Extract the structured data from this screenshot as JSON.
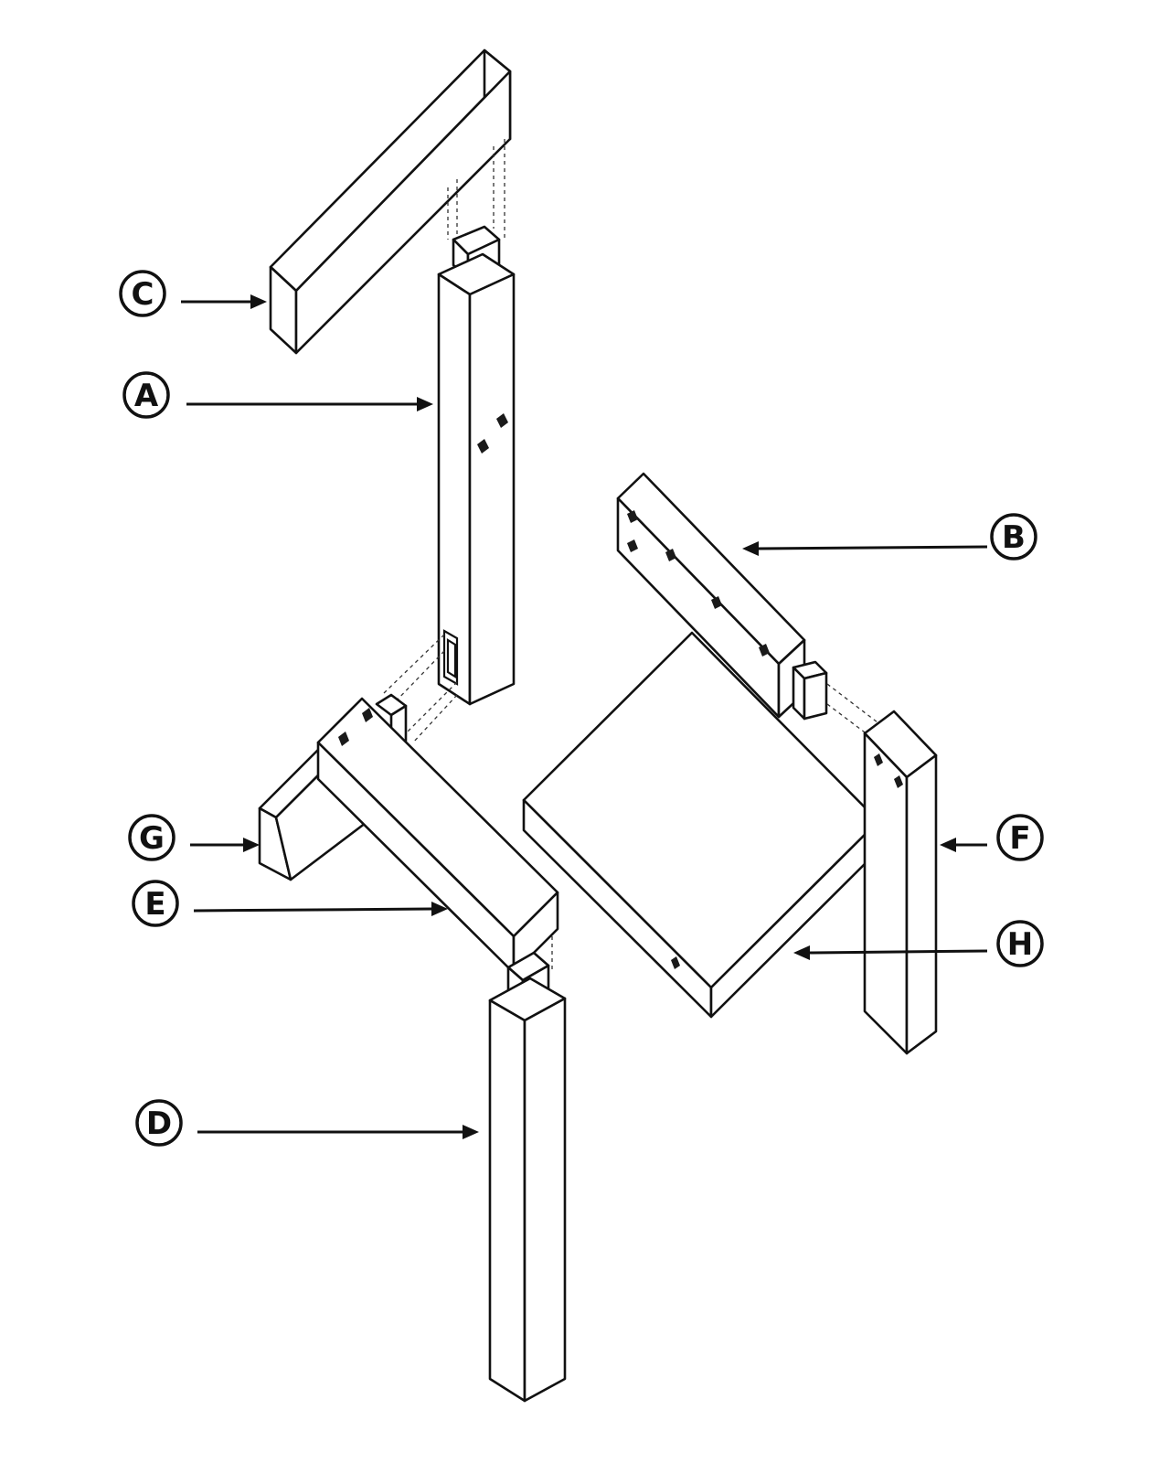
{
  "labels": {
    "A": "A",
    "B": "B",
    "C": "C",
    "D": "D",
    "E": "E",
    "F": "F",
    "G": "G",
    "H": "H"
  },
  "colors": {
    "ink": "#111111",
    "paper": "#ffffff"
  }
}
